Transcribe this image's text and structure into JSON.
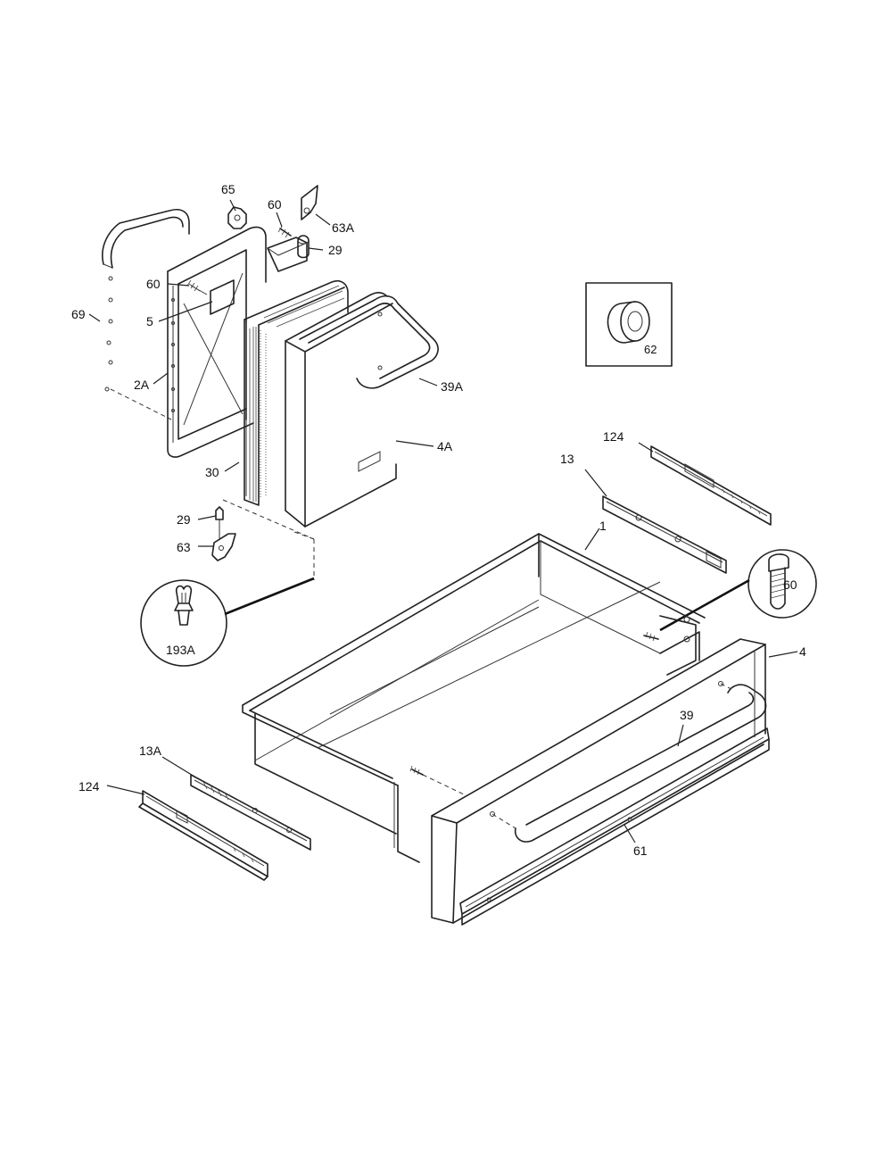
{
  "parts": {
    "p65": "65",
    "p60_top": "60",
    "p63A": "63A",
    "p29_top": "29",
    "p60_left": "60",
    "p5": "5",
    "p69": "69",
    "p2A": "2A",
    "p30": "30",
    "p39A": "39A",
    "p4A": "4A",
    "p29_bottom": "29",
    "p63": "63",
    "p193A": "193A",
    "p62": "62",
    "p124_right": "124",
    "p13": "13",
    "p1": "1",
    "p60_callout": "60",
    "p4": "4",
    "p39": "39",
    "p13A": "13A",
    "p124_left": "124",
    "p61": "61"
  }
}
